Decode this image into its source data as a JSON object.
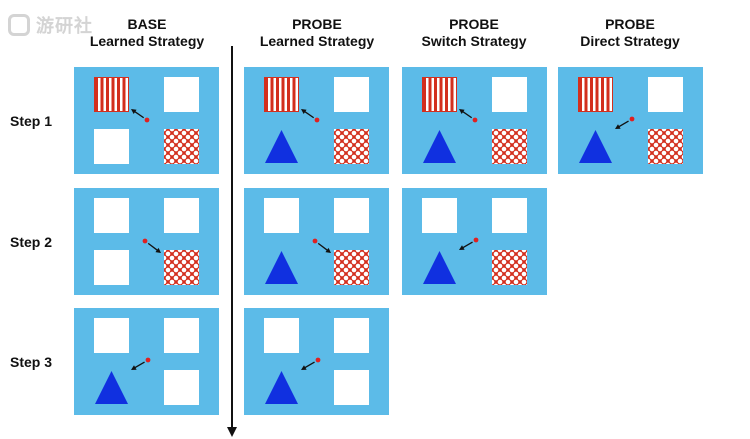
{
  "watermark": {
    "text": "游研社"
  },
  "columns": [
    {
      "line1": "BASE",
      "line2": "Learned Strategy"
    },
    {
      "line1": "PROBE",
      "line2": "Learned Strategy"
    },
    {
      "line1": "PROBE",
      "line2": "Switch Strategy"
    },
    {
      "line1": "PROBE",
      "line2": "Direct Strategy"
    }
  ],
  "rows": [
    {
      "label": "Step 1"
    },
    {
      "label": "Step 2"
    },
    {
      "label": "Step 3"
    }
  ],
  "colors": {
    "panel": "#5cbbe8",
    "triangle": "#1030e0",
    "stripe_red": "#d32f1e",
    "cursor_dot": "#e02020",
    "arrow": "#111111"
  },
  "panels": [
    {
      "id": "base-step1",
      "col": 0,
      "row": 0,
      "items": [
        "stripes",
        "white",
        "white",
        "dots"
      ],
      "arrow": "toward-top-left"
    },
    {
      "id": "base-step2",
      "col": 0,
      "row": 1,
      "items": [
        "white",
        "white",
        "white",
        "dots"
      ],
      "arrow": "toward-bottom-right"
    },
    {
      "id": "base-step3",
      "col": 0,
      "row": 2,
      "items": [
        "white",
        "white",
        "triangle",
        "white"
      ],
      "arrow": "toward-bottom-left"
    },
    {
      "id": "probe-learned-step1",
      "col": 1,
      "row": 0,
      "items": [
        "stripes",
        "white",
        "triangle",
        "dots"
      ],
      "arrow": "toward-top-left"
    },
    {
      "id": "probe-learned-step2",
      "col": 1,
      "row": 1,
      "items": [
        "white",
        "white",
        "triangle",
        "dots"
      ],
      "arrow": "toward-bottom-right"
    },
    {
      "id": "probe-learned-step3",
      "col": 1,
      "row": 2,
      "items": [
        "white",
        "white",
        "triangle",
        "white"
      ],
      "arrow": "toward-bottom-left"
    },
    {
      "id": "probe-switch-step1",
      "col": 2,
      "row": 0,
      "items": [
        "stripes",
        "white",
        "triangle",
        "dots"
      ],
      "arrow": "toward-top-left"
    },
    {
      "id": "probe-switch-step2",
      "col": 2,
      "row": 1,
      "items": [
        "white",
        "white",
        "triangle",
        "dots"
      ],
      "arrow": "toward-bottom-left"
    },
    {
      "id": "probe-direct-step1",
      "col": 3,
      "row": 0,
      "items": [
        "stripes",
        "white",
        "triangle",
        "dots"
      ],
      "arrow": "toward-bottom-left"
    }
  ]
}
